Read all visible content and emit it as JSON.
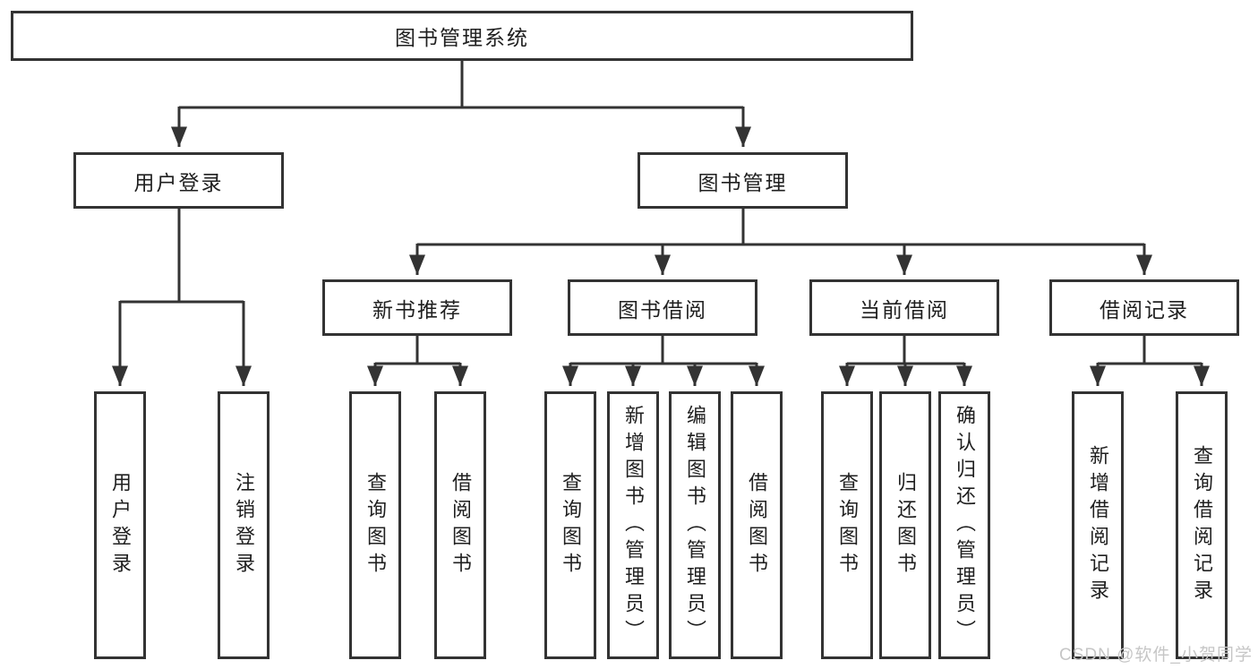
{
  "diagram": {
    "root": {
      "label": "图书管理系统"
    },
    "branches": [
      {
        "label": "用户登录",
        "children": [
          {
            "label": "用户登录"
          },
          {
            "label": "注销登录"
          }
        ]
      },
      {
        "label": "图书管理",
        "children": [
          {
            "label": "新书推荐",
            "children": [
              {
                "label": "查询图书"
              },
              {
                "label": "借阅图书"
              }
            ]
          },
          {
            "label": "图书借阅",
            "children": [
              {
                "label": "查询图书"
              },
              {
                "label": "新增图书（管理员）"
              },
              {
                "label": "编辑图书（管理员）"
              },
              {
                "label": "借阅图书"
              }
            ]
          },
          {
            "label": "当前借阅",
            "children": [
              {
                "label": "查询图书"
              },
              {
                "label": "归还图书"
              },
              {
                "label": "确认归还（管理员）"
              }
            ]
          },
          {
            "label": "借阅记录",
            "children": [
              {
                "label": "新增借阅记录"
              },
              {
                "label": "查询借阅记录"
              }
            ]
          }
        ]
      }
    ]
  },
  "watermark": {
    "text": "CSDN @软件_小贺同学"
  },
  "colors": {
    "line": "#333333",
    "box_border": "#333333",
    "text": "#1f1f1f",
    "watermark": "#c6c6c6",
    "background": "#ffffff"
  }
}
